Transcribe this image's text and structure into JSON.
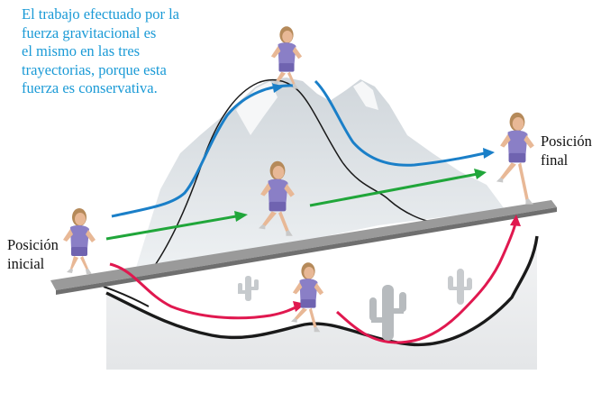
{
  "caption": {
    "lines": [
      "El trabajo efectuado por la",
      "fuerza gravitacional es",
      "el mismo en las tres",
      "trayectorias, porque esta",
      "fuerza es conservativa."
    ]
  },
  "labels": {
    "initial": [
      "Posición",
      "inicial"
    ],
    "final": [
      "Posición",
      "final"
    ]
  },
  "colors": {
    "caption_text": "#1a9ad6",
    "path_over_mountain": "#1a7fc8",
    "path_straight": "#20a63a",
    "path_through_valley": "#e0184f",
    "track": "#8c8c8c",
    "mountain": "#bfc6cc",
    "runner_shirt": "#8a7fc6",
    "runner_shorts": "#6f63b0",
    "runner_skin": "#e8b896",
    "runner_hair": "#b58a5a"
  },
  "icons": {
    "runner": "runner-figure",
    "cactus": "cactus-icon"
  }
}
